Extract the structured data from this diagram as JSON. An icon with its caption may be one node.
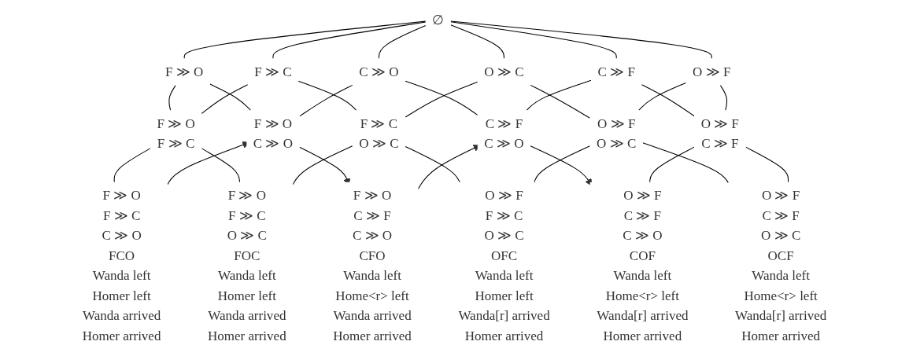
{
  "diagram": {
    "nodes": [
      {
        "text": [
          "∅"
        ]
      },
      {
        "text": [
          "F ≫ O"
        ]
      },
      {
        "text": [
          "F ≫ C"
        ]
      },
      {
        "text": [
          "C ≫ O"
        ]
      },
      {
        "text": [
          "O ≫ C"
        ]
      },
      {
        "text": [
          "C ≫ F"
        ]
      },
      {
        "text": [
          "O ≫ F"
        ]
      },
      {
        "text": [
          "F ≫ O",
          "F ≫ C"
        ]
      },
      {
        "text": [
          "F ≫ O",
          "C ≫ O"
        ]
      },
      {
        "text": [
          "F ≫ C",
          "O ≫ C"
        ]
      },
      {
        "text": [
          "C ≫ F",
          "C ≫ O"
        ]
      },
      {
        "text": [
          "O ≫ F",
          "O ≫ C"
        ]
      },
      {
        "text": [
          "O ≫ F",
          "C ≫ F"
        ]
      },
      {
        "text": [
          "F ≫ O",
          "F ≫ C",
          "C ≫ O",
          "FCO",
          "Wanda left",
          "Homer left",
          "Wanda arrived",
          "Homer arrived"
        ]
      },
      {
        "text": [
          "F ≫ O",
          "F ≫ C",
          "O ≫ C",
          "FOC",
          "Wanda left",
          "Homer left",
          "Wanda arrived",
          "Homer arrived"
        ]
      },
      {
        "text": [
          "F ≫ O",
          "C ≫ F",
          "C ≫ O",
          "CFO",
          "Wanda left",
          "Home<r> left",
          "Wanda arrived",
          "Homer arrived"
        ]
      },
      {
        "text": [
          "O ≫ F",
          "F ≫ C",
          "O ≫ C",
          "OFC",
          "Wanda left",
          "Homer left",
          "Wanda[r] arrived",
          "Homer arrived"
        ]
      },
      {
        "text": [
          "O ≫ F",
          "C ≫ F",
          "C ≫ O",
          "COF",
          "Wanda left",
          "Home<r> left",
          "Wanda[r] arrived",
          "Homer arrived"
        ]
      },
      {
        "text": [
          "O ≫ F",
          "C ≫ F",
          "O ≫ C",
          "OCF",
          "Wanda left",
          "Home<r> left",
          "Wanda[r] arrived",
          "Homer arrived"
        ]
      }
    ],
    "edges": [
      {
        "from": 0,
        "to": 1,
        "arrow": "none"
      },
      {
        "from": 0,
        "to": 2,
        "arrow": "none"
      },
      {
        "from": 0,
        "to": 3,
        "arrow": "none"
      },
      {
        "from": 0,
        "to": 4,
        "arrow": "none"
      },
      {
        "from": 0,
        "to": 5,
        "arrow": "none"
      },
      {
        "from": 0,
        "to": 6,
        "arrow": "none"
      },
      {
        "from": 1,
        "to": 7,
        "arrow": "none"
      },
      {
        "from": 1,
        "to": 8,
        "arrow": "none"
      },
      {
        "from": 2,
        "to": 7,
        "arrow": "none"
      },
      {
        "from": 2,
        "to": 9,
        "arrow": "none"
      },
      {
        "from": 3,
        "to": 8,
        "arrow": "none"
      },
      {
        "from": 3,
        "to": 10,
        "arrow": "none"
      },
      {
        "from": 4,
        "to": 9,
        "arrow": "none"
      },
      {
        "from": 4,
        "to": 11,
        "arrow": "none"
      },
      {
        "from": 5,
        "to": 10,
        "arrow": "none"
      },
      {
        "from": 5,
        "to": 12,
        "arrow": "none"
      },
      {
        "from": 6,
        "to": 11,
        "arrow": "none"
      },
      {
        "from": 6,
        "to": 12,
        "arrow": "none"
      },
      {
        "from": 7,
        "to": 13,
        "arrow": "none"
      },
      {
        "from": 7,
        "to": 14,
        "arrow": "none"
      },
      {
        "from": 13,
        "to": 8,
        "arrow": "to"
      },
      {
        "from": 8,
        "to": 15,
        "arrow": "to"
      },
      {
        "from": 9,
        "to": 14,
        "arrow": "none"
      },
      {
        "from": 9,
        "to": 16,
        "arrow": "none"
      },
      {
        "from": 15,
        "to": 10,
        "arrow": "to"
      },
      {
        "from": 10,
        "to": 17,
        "arrow": "to"
      },
      {
        "from": 11,
        "to": 16,
        "arrow": "none"
      },
      {
        "from": 11,
        "to": 18,
        "arrow": "none"
      },
      {
        "from": 12,
        "to": 17,
        "arrow": "none"
      },
      {
        "from": 12,
        "to": 18,
        "arrow": "none"
      }
    ]
  }
}
